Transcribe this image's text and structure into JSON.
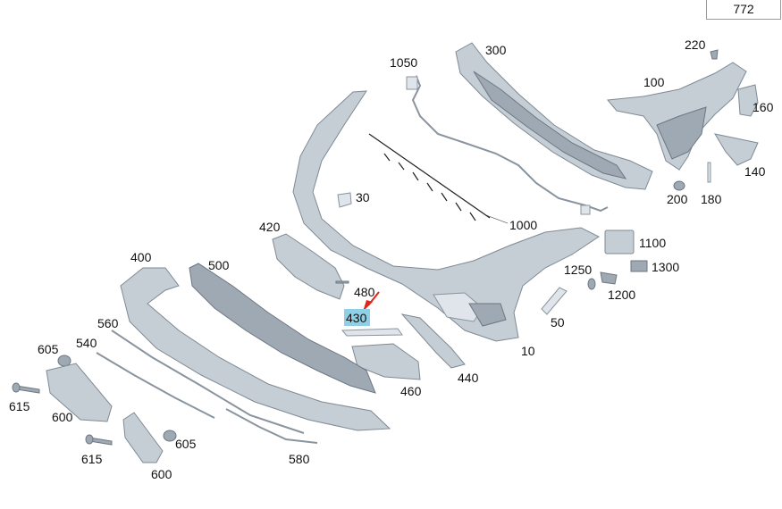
{
  "sheet_number": "772",
  "highlight_color": "#8fd0e6",
  "arrow_color": "#e0261b",
  "callouts": {
    "c1050": "1050",
    "c300": "300",
    "c220": "220",
    "c100": "100",
    "c160": "160",
    "c140": "140",
    "c200": "200",
    "c180": "180",
    "c30": "30",
    "c1000": "1000",
    "c420": "420",
    "c1100": "1100",
    "c1250": "1250",
    "c1300": "1300",
    "c1200": "1200",
    "c400": "400",
    "c500": "500",
    "c480": "480",
    "c430": "430",
    "c50": "50",
    "c10": "10",
    "c560": "560",
    "c605a": "605",
    "c540": "540",
    "c440": "440",
    "c460": "460",
    "c615a": "615",
    "c600a": "600",
    "c605b": "605",
    "c615b": "615",
    "c580": "580",
    "c600b": "600"
  }
}
